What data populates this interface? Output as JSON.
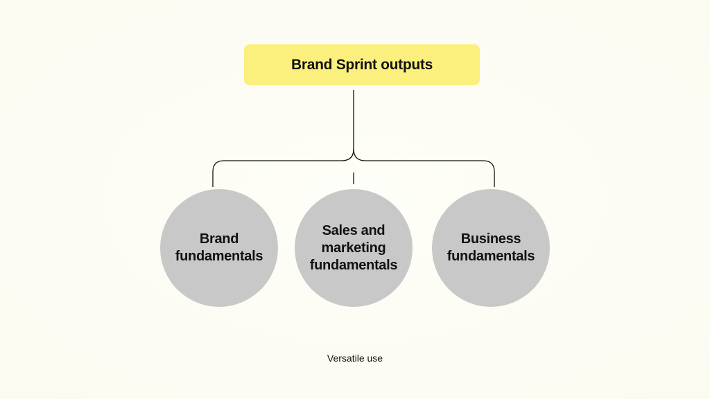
{
  "root": {
    "label": "Brand Sprint outputs"
  },
  "nodes": [
    {
      "label_lines": [
        "Brand",
        "fundamentals"
      ]
    },
    {
      "label_lines": [
        "Sales and",
        "marketing",
        "fundamentals"
      ]
    },
    {
      "label_lines": [
        "Business",
        "fundamentals"
      ]
    }
  ],
  "footer": {
    "caption": "Versatile use"
  },
  "colors": {
    "root_fill": "#fbf07e",
    "node_fill": "#c8c8c8",
    "connector": "#111111"
  }
}
